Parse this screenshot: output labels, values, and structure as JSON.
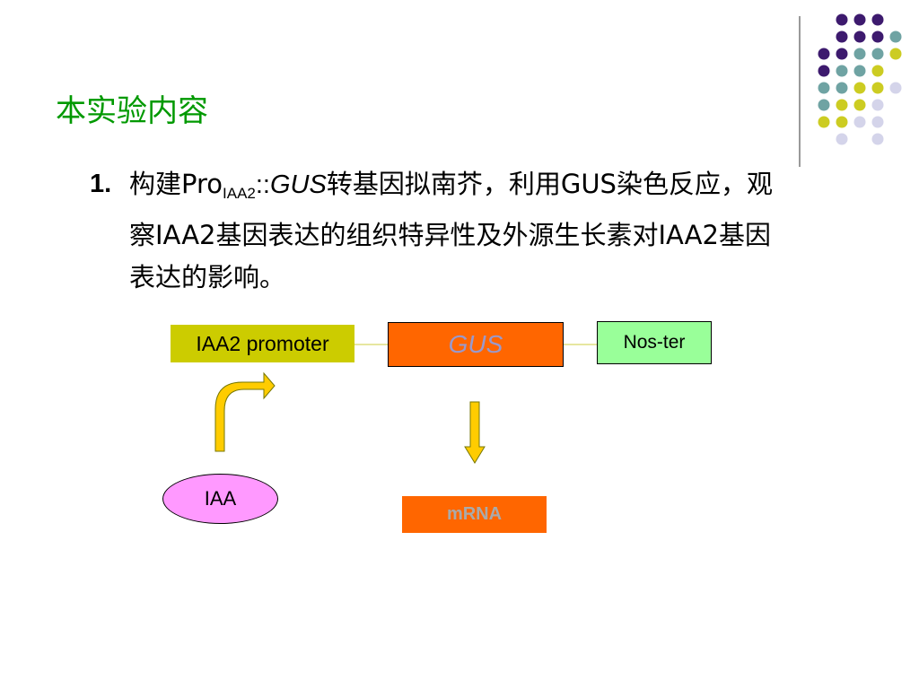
{
  "slide": {
    "title": "本实验内容",
    "items": [
      {
        "number": "1.",
        "text_part1": "构建Pro",
        "subscript": "IAA2",
        "text_part2": "::",
        "italic_gene": "GUS",
        "text_part3": "转基因拟南芥，利用GUS染色反应，观察IAA2基因表达的组织特异性及外源生长素对IAA2基因表达的影响。"
      }
    ]
  },
  "diagram": {
    "promoter_label": "IAA2 promoter",
    "gus_label": "GUS",
    "terminator_label": "Nos-ter",
    "mrna_label": "mRNA",
    "iaa_label": "IAA"
  },
  "colors": {
    "title": "#009900",
    "promoter": "#cccc00",
    "gus": "#ff6600",
    "terminator": "#99ff99",
    "mrna": "#ff6600",
    "iaa": "#ff99ff",
    "arrow": "#ffcc00",
    "dot_purple": "#3d1a6e",
    "dot_teal": "#6fa3a3",
    "dot_yellow": "#cccc22",
    "dot_lavender": "#d4d4ea"
  }
}
